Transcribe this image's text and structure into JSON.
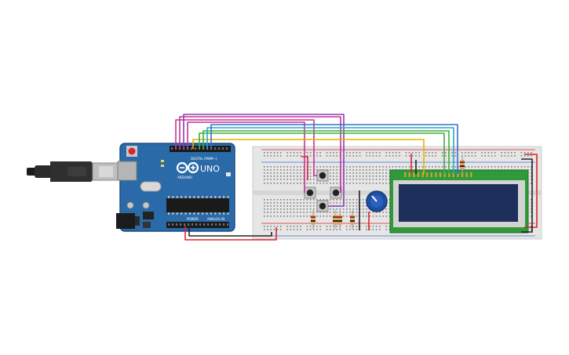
{
  "board": {
    "brand": "UNO",
    "maker": "ARDUINO",
    "digital_label": "DIGITAL (PWM~)",
    "power_label": "POWER",
    "analog_label": "ANALOG IN"
  },
  "colors": {
    "wire_magenta": "#c8309a",
    "wire_purple": "#8a3fb0",
    "wire_yellow": "#e0b600",
    "wire_green": "#3fae3f",
    "wire_cyan": "#2aa7c9",
    "wire_blue": "#3a6fcf",
    "wire_red": "#d8262b",
    "wire_black": "#222222",
    "arduino_board": "#2a6aa8",
    "lcd_screen": "#1f2f5b",
    "lcd_pcb": "#2f9a3a",
    "breadboard": "#e6e6e6",
    "potentiometer_knob": "#1f4fa0"
  },
  "components": {
    "microcontroller": "arduino-uno-icon",
    "display": "lcd-16x2-icon",
    "buttons": 4,
    "resistors": 5,
    "potentiometers": 1
  }
}
